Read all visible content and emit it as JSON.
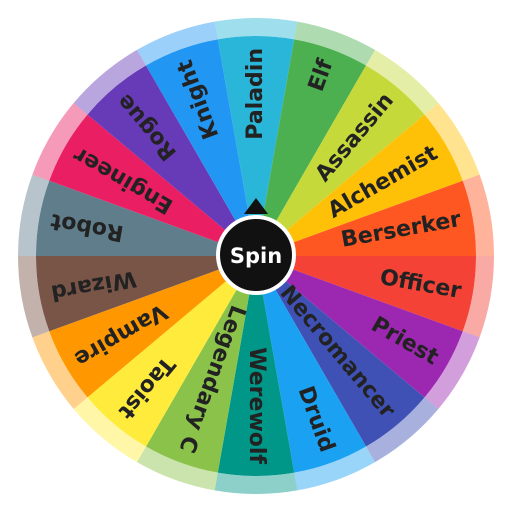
{
  "wheel": {
    "spin_label": "Spin",
    "segments": [
      {
        "label": "Paladin",
        "color": "#29B6D8"
      },
      {
        "label": "Elf",
        "color": "#4CAF50"
      },
      {
        "label": "Assassin",
        "color": "#C6D93B"
      },
      {
        "label": "Alchemist",
        "color": "#FFC107"
      },
      {
        "label": "Berserker",
        "color": "#FF5722"
      },
      {
        "label": "Officer",
        "color": "#F44336"
      },
      {
        "label": "Priest",
        "color": "#9C27B0"
      },
      {
        "label": "Necromancer",
        "color": "#3F51B5"
      },
      {
        "label": "Druid",
        "color": "#1BA1F2"
      },
      {
        "label": "Werewolf",
        "color": "#009688"
      },
      {
        "label": "Legendary C",
        "color": "#8BC34A"
      },
      {
        "label": "Taoist",
        "color": "#FFEB3B"
      },
      {
        "label": "Vampire",
        "color": "#FF9800"
      },
      {
        "label": "Wizard",
        "color": "#795548"
      },
      {
        "label": "Robot",
        "color": "#607D8B"
      },
      {
        "label": "Engineer",
        "color": "#E91E63"
      },
      {
        "label": "Rogue",
        "color": "#673AB7"
      },
      {
        "label": "Knight",
        "color": "#2196F3"
      }
    ]
  }
}
